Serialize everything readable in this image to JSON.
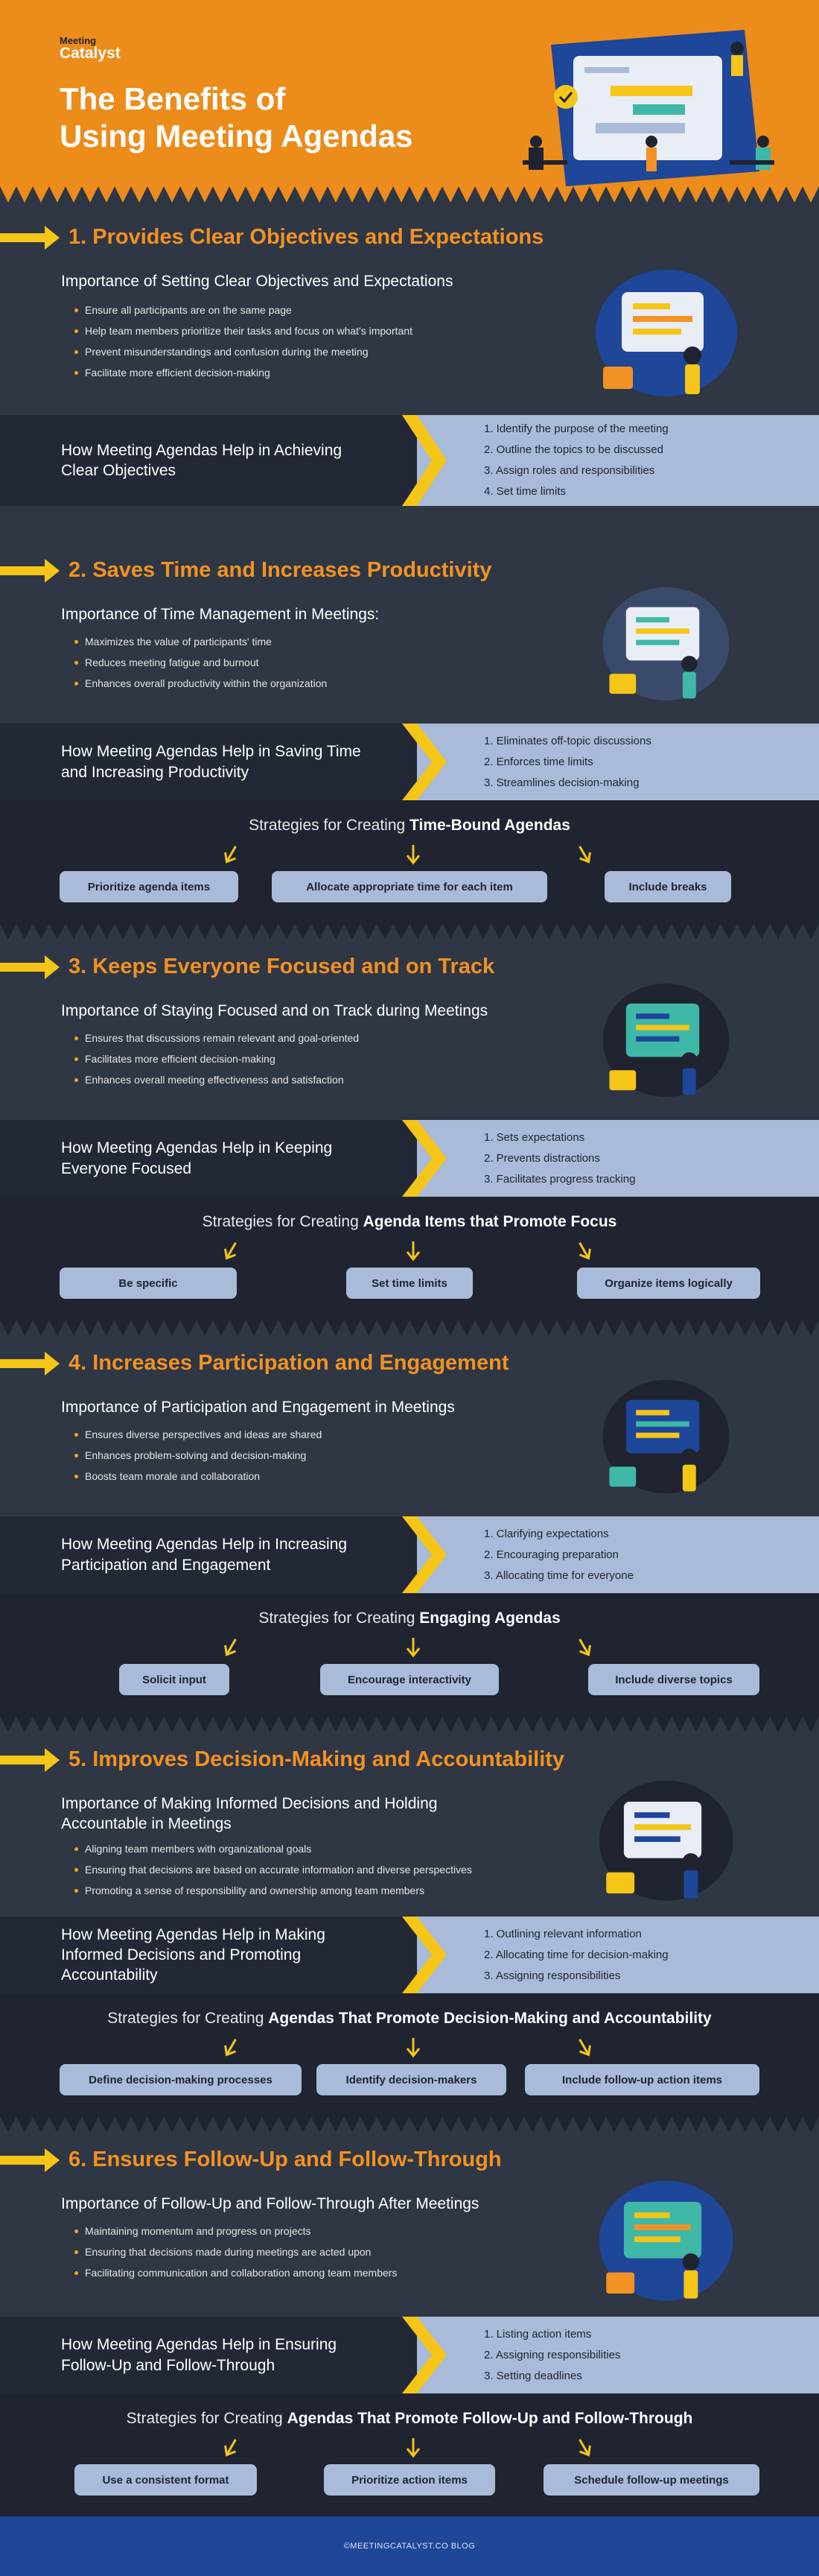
{
  "logo": {
    "line1": "Meeting",
    "line2": "Catalyst"
  },
  "title": {
    "line1": "The Benefits of",
    "line2": "Using Meeting Agendas"
  },
  "sections": [
    {
      "title": "1. Provides Clear Objectives and Expectations",
      "imp_title": "Importance of Setting Clear Objectives and Expectations",
      "bullets": [
        "Ensure all participants are on the same page",
        "Help team members prioritize their tasks and focus on what's important",
        "Prevent misunderstandings and confusion during the meeting",
        "Facilitate more efficient decision-making"
      ],
      "how_title": "How Meeting Agendas Help in Achieving Clear Objectives",
      "how_items": [
        "1. Identify the purpose of the meeting",
        "2. Outline the topics to be discussed",
        "3. Assign roles and responsibilities",
        "4. Set time limits"
      ]
    },
    {
      "title": "2. Saves Time and Increases Productivity",
      "imp_title": "Importance of Time Management in Meetings:",
      "bullets": [
        "Maximizes the value of participants' time",
        "Reduces meeting fatigue and burnout",
        "Enhances overall productivity within the organization"
      ],
      "how_title": "How Meeting Agendas Help in Saving Time and Increasing Productivity",
      "how_items": [
        "1. Eliminates off-topic discussions",
        "2. Enforces time limits",
        "3. Streamlines decision-making"
      ],
      "strat_prefix": "Strategies for Creating ",
      "strat_bold": "Time-Bound Agendas",
      "pills": [
        "Prioritize agenda items",
        "Allocate appropriate time for each item",
        "Include breaks"
      ]
    },
    {
      "title": "3. Keeps Everyone Focused and on Track",
      "imp_title": "Importance of Staying Focused and on Track during Meetings",
      "bullets": [
        "Ensures that discussions remain relevant and goal-oriented",
        "Facilitates more efficient decision-making",
        "Enhances overall meeting effectiveness and satisfaction"
      ],
      "how_title": "How Meeting Agendas Help in Keeping Everyone Focused",
      "how_items": [
        "1. Sets expectations",
        "2. Prevents distractions",
        "3. Facilitates progress tracking"
      ],
      "strat_prefix": "Strategies for Creating ",
      "strat_bold": "Agenda Items that Promote Focus",
      "pills": [
        "Be specific",
        "Set time limits",
        "Organize items logically"
      ]
    },
    {
      "title": "4. Increases Participation and Engagement",
      "imp_title": "Importance of Participation and Engagement in Meetings",
      "bullets": [
        "Ensures diverse perspectives and ideas are shared",
        "Enhances problem-solving and decision-making",
        "Boosts team morale and collaboration"
      ],
      "how_title": "How Meeting Agendas Help in Increasing Participation and Engagement",
      "how_items": [
        "1. Clarifying expectations",
        "2. Encouraging preparation",
        "3. Allocating time for everyone"
      ],
      "strat_prefix": "Strategies for Creating ",
      "strat_bold": "Engaging Agendas",
      "pills": [
        "Solicit input",
        "Encourage interactivity",
        "Include diverse topics"
      ]
    },
    {
      "title": "5. Improves Decision-Making and Accountability",
      "imp_title": "Importance of Making Informed Decisions and Holding Accountable in Meetings",
      "bullets": [
        "Aligning team members with organizational goals",
        "Ensuring that decisions are based on accurate information and diverse perspectives",
        "Promoting a sense of responsibility and ownership among team members"
      ],
      "how_title": "How Meeting Agendas Help in Making Informed Decisions and Promoting Accountability",
      "how_items": [
        "1. Outlining relevant information",
        "2. Allocating time for decision-making",
        "3. Assigning responsibilities"
      ],
      "strat_prefix": "Strategies for Creating ",
      "strat_bold": "Agendas That Promote Decision-Making and Accountability",
      "pills": [
        "Define decision-making processes",
        "Identify decision-makers",
        "Include follow-up action items"
      ]
    },
    {
      "title": "6. Ensures Follow-Up and Follow-Through",
      "imp_title": "Importance of Follow-Up and Follow-Through After Meetings",
      "bullets": [
        "Maintaining momentum and progress on projects",
        "Ensuring that decisions made during meetings are acted upon",
        "Facilitating communication and collaboration among team members"
      ],
      "how_title": "How Meeting Agendas Help in Ensuring Follow-Up and Follow-Through",
      "how_items": [
        "1. Listing action items",
        "2. Assigning responsibilities",
        "3. Setting deadlines"
      ],
      "strat_prefix": "Strategies for Creating ",
      "strat_bold": "Agendas That Promote Follow-Up and Follow-Through",
      "pills": [
        "Use a consistent format",
        "Prioritize action items",
        "Schedule follow-up meetings"
      ]
    }
  ],
  "footer": "©MEETINGCATALYST.CO BLOG",
  "colors": {
    "orange": "#ec8c1b",
    "title_orange": "#f29222",
    "yellow": "#f5c518",
    "light_blue": "#a9bbd8",
    "dark": "#1f2430",
    "panel": "#2f3644",
    "footer_blue": "#1e4699"
  }
}
